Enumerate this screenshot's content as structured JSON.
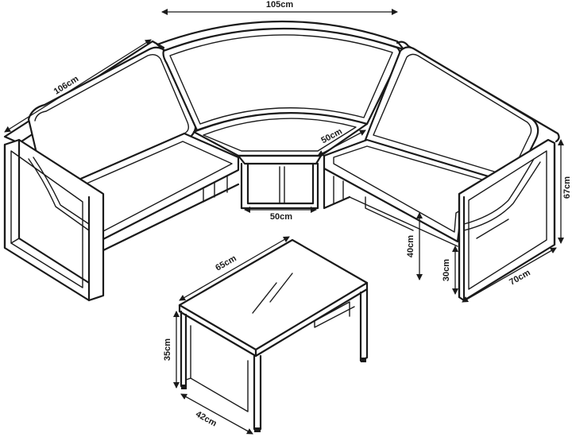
{
  "dimensions": {
    "top_width": "105cm",
    "left_length": "106cm",
    "corner_depth": "50cm",
    "corner_front": "50cm",
    "total_height": "67cm",
    "seat_height": "40cm",
    "armrest_offset": "30cm",
    "right_depth": "70cm",
    "table_length": "65cm",
    "table_height": "35cm",
    "table_depth": "42cm"
  }
}
